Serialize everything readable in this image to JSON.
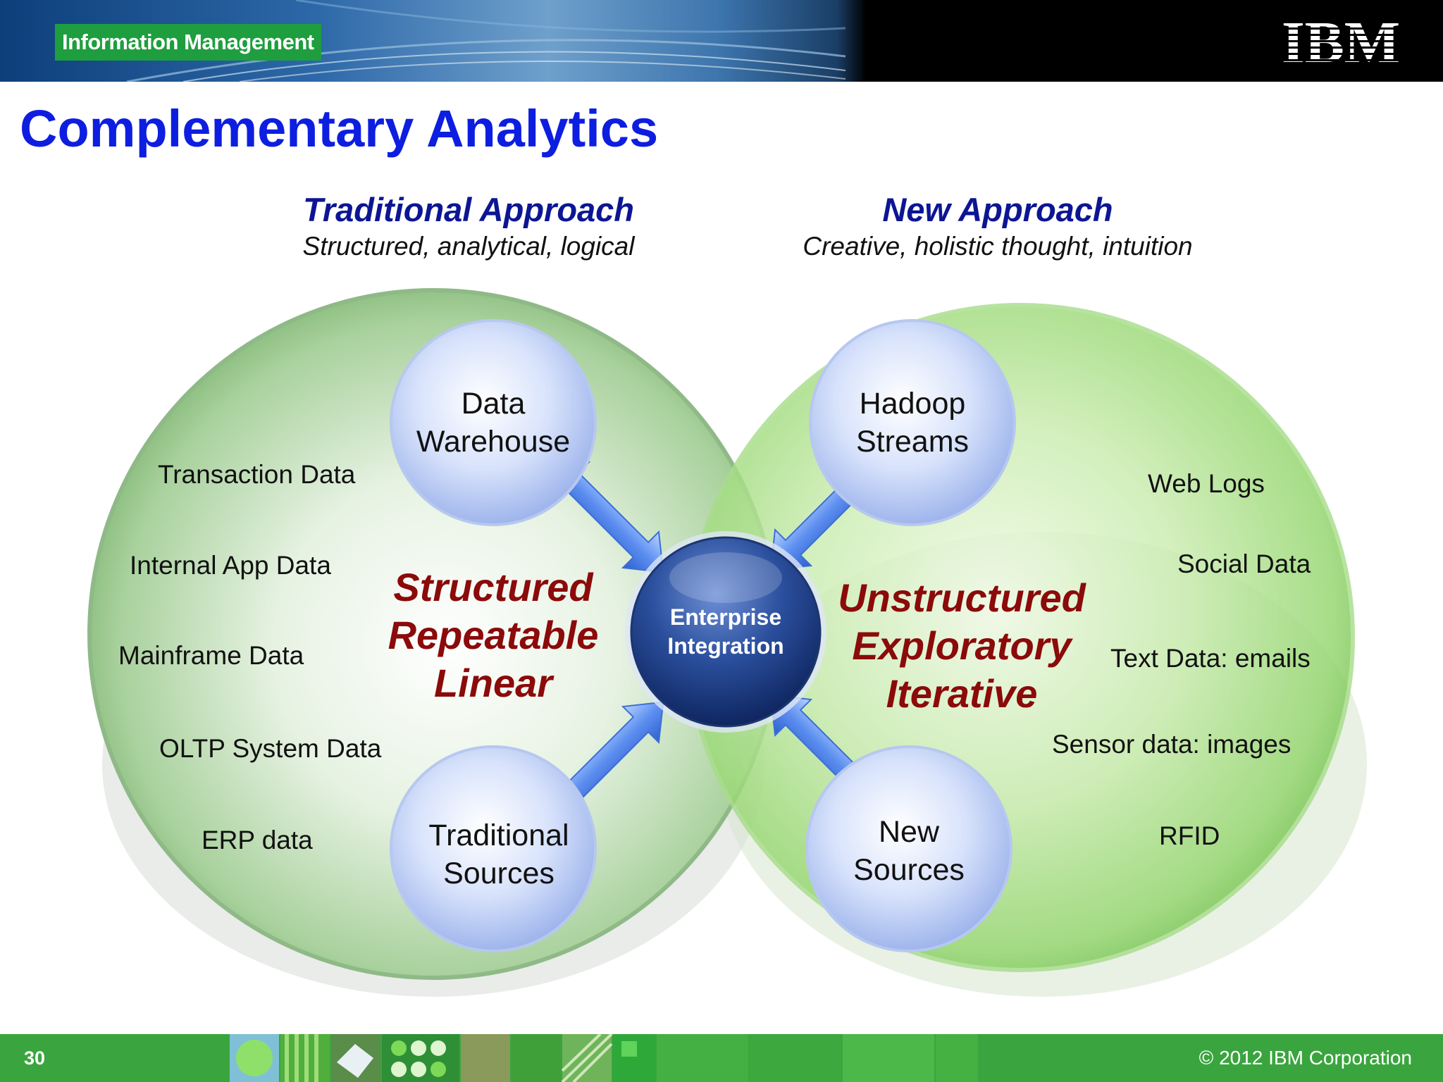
{
  "header": {
    "product_label": "Information Management",
    "logo_text": "IBM"
  },
  "title": "Complementary Analytics",
  "left": {
    "heading": "Traditional Approach",
    "subheading": "Structured, analytical, logical",
    "sources": [
      "Transaction Data",
      "Internal App Data",
      "Mainframe Data",
      "OLTP System Data",
      "ERP data"
    ],
    "traits": [
      "Structured",
      "Repeatable",
      "Linear"
    ],
    "nodes": {
      "top": [
        "Data",
        "Warehouse"
      ],
      "bottom": [
        "Traditional",
        "Sources"
      ]
    }
  },
  "right": {
    "heading": "New Approach",
    "subheading": "Creative, holistic thought, intuition",
    "sources": [
      "Web Logs",
      "Social Data",
      "Text Data: emails",
      "Sensor data: images",
      "RFID"
    ],
    "traits": [
      "Unstructured",
      "Exploratory",
      "Iterative"
    ],
    "nodes": {
      "top": [
        "Hadoop",
        "Streams"
      ],
      "bottom": [
        "New",
        "Sources"
      ]
    }
  },
  "hub": [
    "Enterprise",
    "Integration"
  ],
  "footer": {
    "page_number": "30",
    "copyright": "© 2012 IBM Corporation"
  },
  "colors": {
    "title": "#0d1ee0",
    "heading": "#0c1693",
    "trait": "#8b0a0a",
    "footer": "#3aa53e",
    "badge": "#1e9e3e"
  }
}
